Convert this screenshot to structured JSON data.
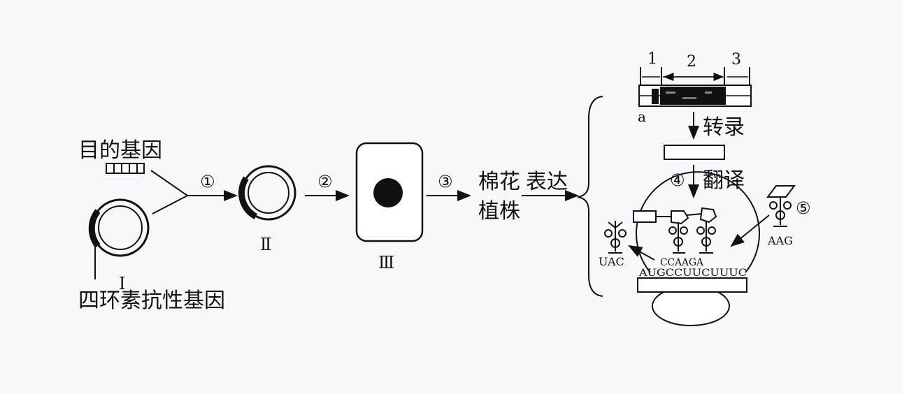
{
  "labels": {
    "target_gene": "目的基因",
    "tet_resistance_gene": "四环素抗性基因",
    "cotton_plant_line1": "棉花",
    "cotton_plant_line2": "植株",
    "expression": "表达",
    "transcription": "转录",
    "translation": "翻译",
    "region_a": "a",
    "codon_uac": "UAC",
    "codon_aag": "AAG",
    "anticodon_strand": "CCAAGA",
    "mrna_strand": "AUGCCUUCUUUC"
  },
  "roman_numerals": {
    "I": "Ⅰ",
    "II": "Ⅱ",
    "III": "Ⅲ"
  },
  "steps": {
    "s1": "①",
    "s2": "②",
    "s3": "③",
    "s4": "④",
    "s5": "⑤"
  },
  "gene_regions": {
    "r1": "1",
    "r2": "2",
    "r3": "3"
  }
}
